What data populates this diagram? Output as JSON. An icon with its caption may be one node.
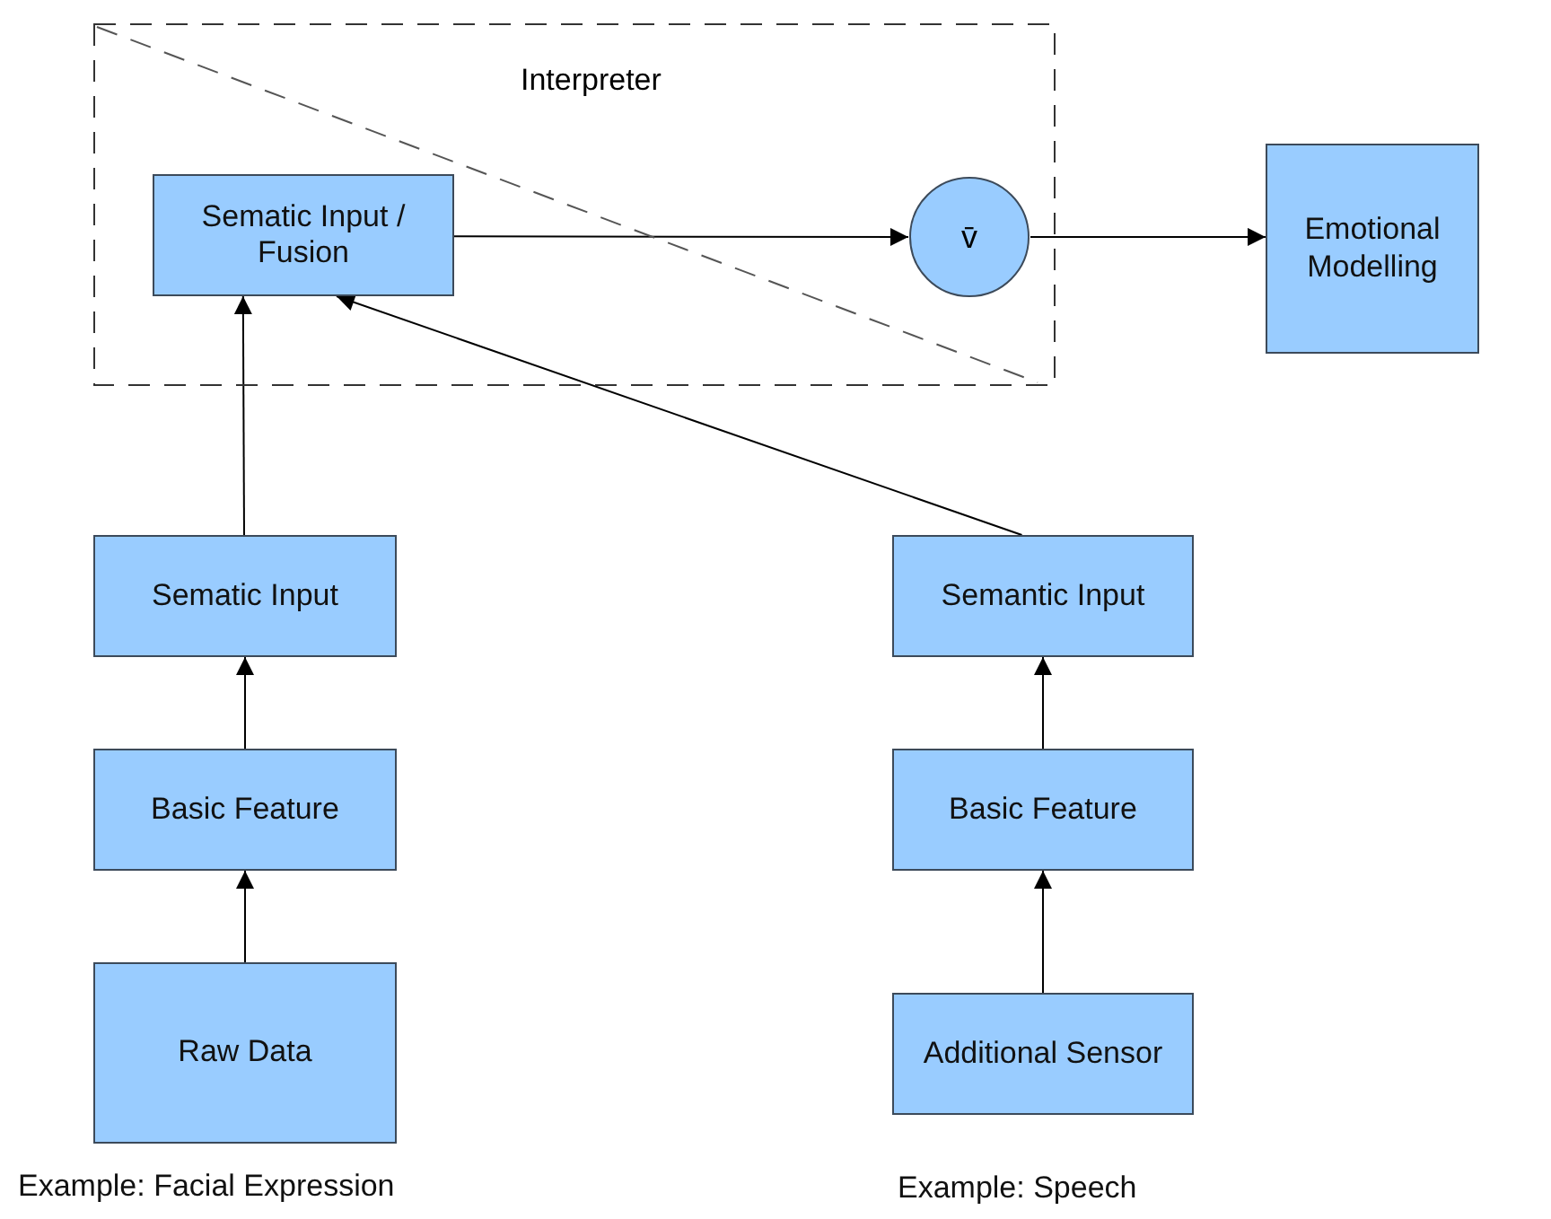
{
  "diagram": {
    "nodes": [
      {
        "text": [
          "Interpreter"
        ]
      },
      {
        "text": [
          "Sematic Input / Fusion"
        ],
        "in": 0
      },
      {
        "text": [
          "v̄"
        ],
        "in": 0
      },
      {
        "text": [
          "Emotional Modelling"
        ]
      },
      {
        "text": [
          "Sematic Input"
        ]
      },
      {
        "text": [
          "Semantic Input"
        ]
      },
      {
        "text": [
          "Basic Feature"
        ]
      },
      {
        "text": [
          "Basic Feature"
        ]
      },
      {
        "text": [
          "Raw Data"
        ],
        "beside": [
          "Example: Facial Expression"
        ]
      },
      {
        "text": [
          "Additional Sensor"
        ],
        "beside": [
          "Example: Speech"
        ]
      }
    ],
    "edges": [
      {
        "from": 1,
        "to": 2,
        "arrow": "to"
      },
      {
        "from": 2,
        "to": 3,
        "arrow": "to"
      },
      {
        "from": 4,
        "to": 1,
        "arrow": "to"
      },
      {
        "from": 5,
        "to": 1,
        "arrow": "to"
      },
      {
        "from": 6,
        "to": 4,
        "arrow": "to"
      },
      {
        "from": 7,
        "to": 5,
        "arrow": "to"
      },
      {
        "from": 8,
        "to": 6,
        "arrow": "to"
      },
      {
        "from": 9,
        "to": 7,
        "arrow": "to"
      }
    ]
  }
}
